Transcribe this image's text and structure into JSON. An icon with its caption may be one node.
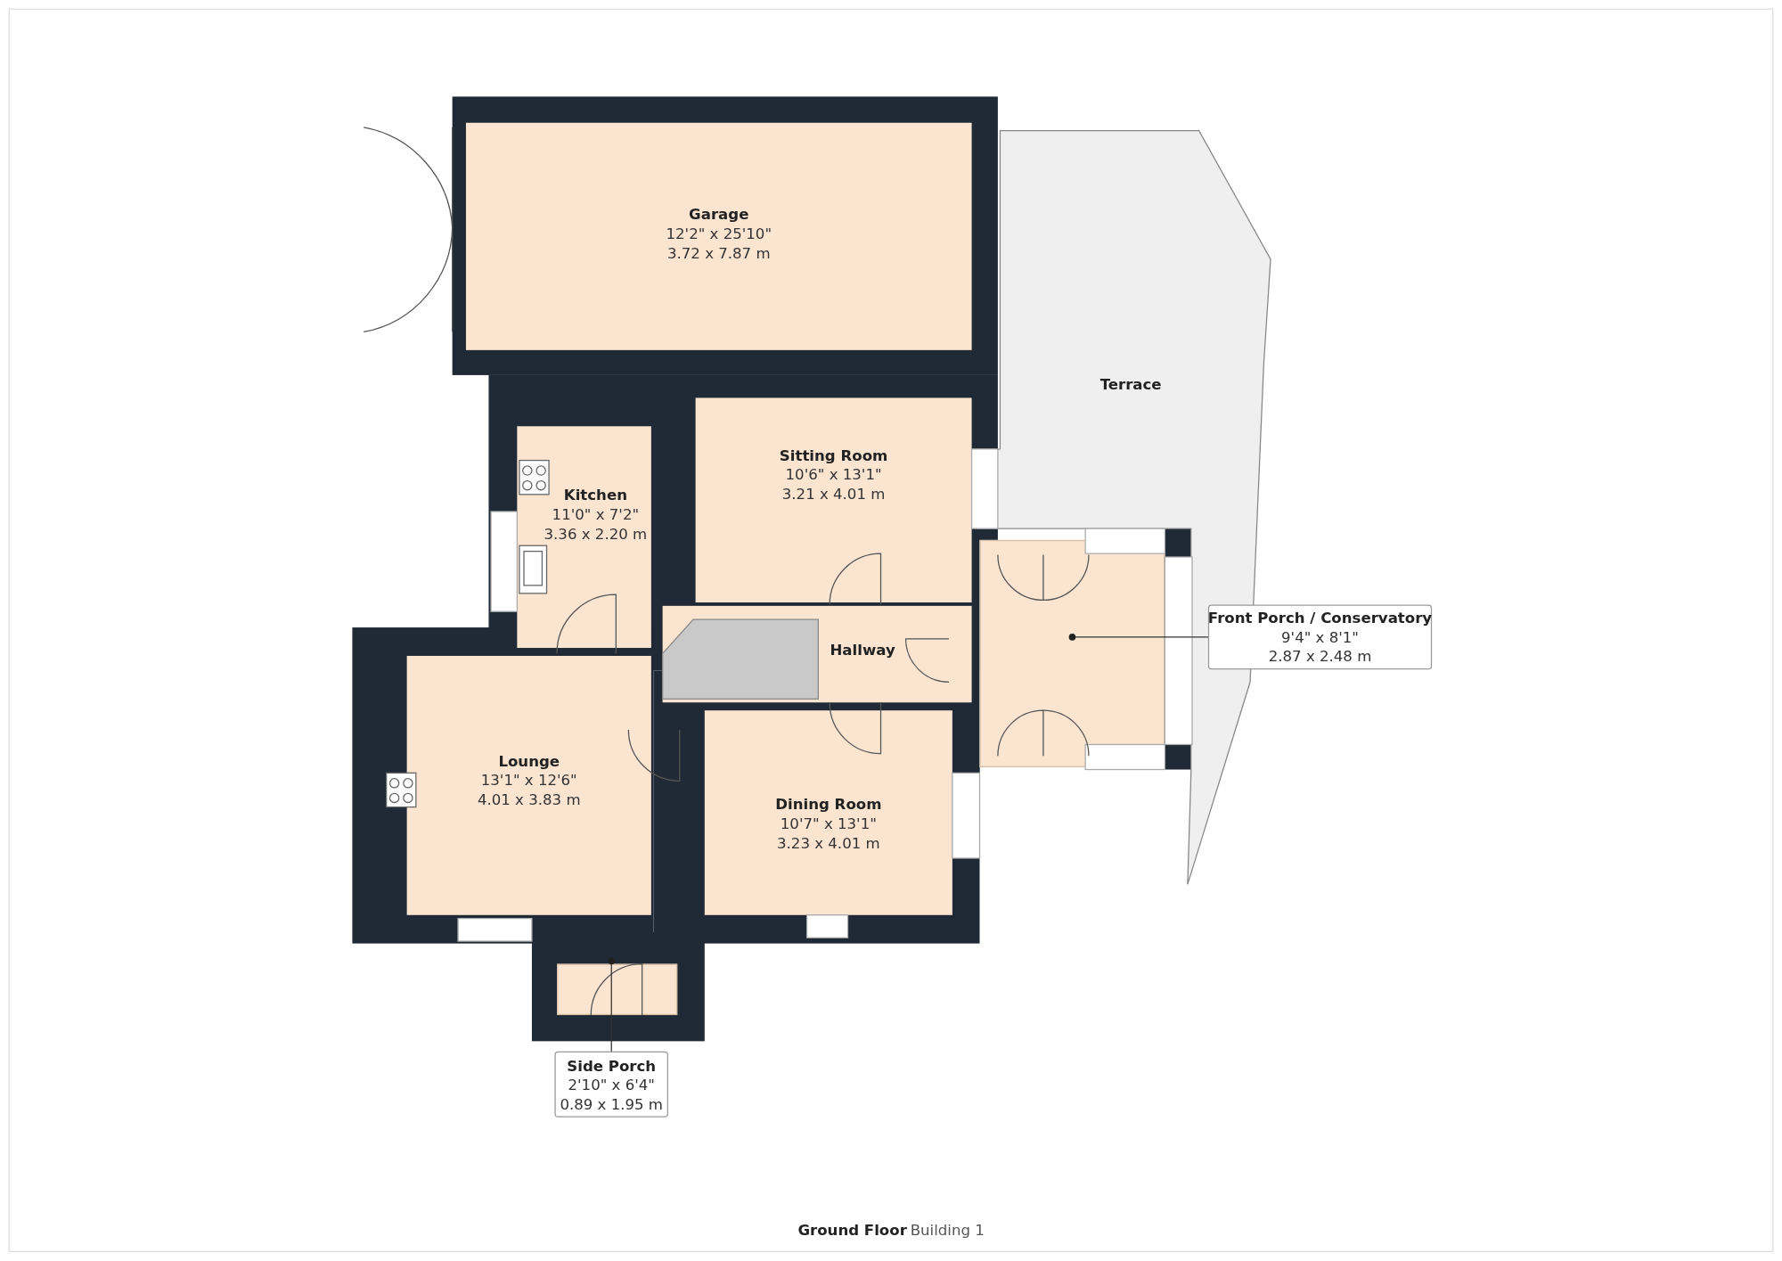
{
  "diagram": {
    "nodes": [
      {
        "text": [
          "Garage",
          "12'2\" x 25'10\"",
          "3.72 x 7.87 m"
        ]
      },
      {
        "text": [
          "Terrace"
        ]
      },
      {
        "text": [
          "Sitting Room",
          "10'6\" x 13'1\"",
          "3.21 x 4.01 m"
        ]
      },
      {
        "text": [
          "Kitchen",
          "11'0\" x 7'2\"",
          "3.36 x 2.20 m"
        ]
      },
      {
        "text": [
          "Hallway"
        ]
      },
      {
        "text": [
          "Front Porch / Conservatory",
          "9'4\" x 8'1\"",
          "2.87 x 2.48 m"
        ]
      },
      {
        "text": [],
        "shape": "box"
      },
      {
        "text": [
          "Lounge",
          "13'1\" x 12'6\"",
          "4.01 x 3.83 m"
        ]
      },
      {
        "text": [
          "Dining Room",
          "10'7\" x 13'1\"",
          "3.23 x 4.01 m"
        ]
      },
      {
        "text": [],
        "shape": "box"
      },
      {
        "text": [
          "Side Porch",
          "2'10\" x 6'4\"",
          "0.89 x 1.95 m"
        ]
      }
    ],
    "edges": [
      {
        "from": 5,
        "to": 6,
        "arrow": "other"
      },
      {
        "from": 10,
        "to": 9,
        "arrow": "other"
      }
    ],
    "labels": [
      "Ground Floor",
      "Building 1"
    ]
  }
}
